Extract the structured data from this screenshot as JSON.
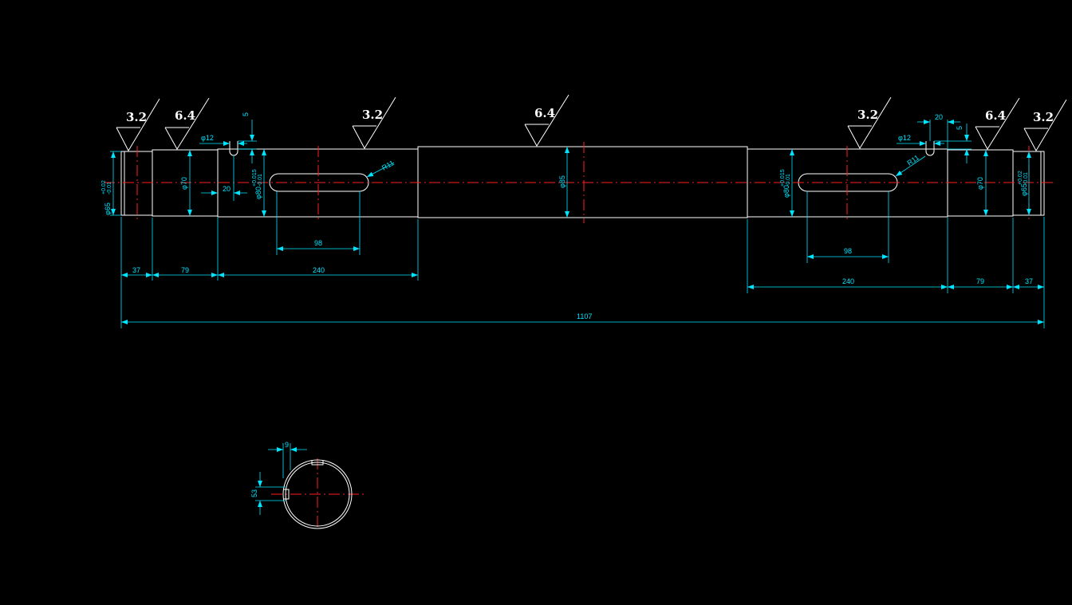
{
  "drawing": {
    "type": "mechanical shaft drawing",
    "colors": {
      "background": "#000000",
      "outline": "#ffffff",
      "dimension": "#00e5ff",
      "centerline": "#ff2020"
    }
  },
  "roughness": {
    "left_end": "3.2",
    "left_bearing": "6.4",
    "left_key_section": "3.2",
    "middle": "6.4",
    "right_key_section": "3.2",
    "right_bearing": "6.4",
    "right_end": "3.2"
  },
  "dimensions": {
    "len_left_end": "37",
    "len_left_bearing": "79",
    "len_left_section": "240",
    "len_right_section": "240",
    "len_right_bearing": "79",
    "len_right_end": "37",
    "total_length": "1107",
    "key_length_left": "98",
    "key_length_right": "98",
    "groove_pos_left": "20",
    "groove_pos_right": "20",
    "groove_depth_left": "5",
    "groove_depth_right": "5",
    "dia_left_end": "φ65",
    "tol_left_end": "+0.02\n-0.01",
    "dia_left_bearing": "φ70",
    "dia_left_key": "φ80",
    "tol_left_key": "+0.015\n-0.01",
    "dia_middle": "φ85",
    "dia_right_key": "φ80",
    "tol_right_key": "+0.015\n-0.01",
    "dia_right_bearing": "φ70",
    "dia_right_end": "φ65",
    "tol_right_end": "+0.02\n-0.01",
    "groove_dia_left": "φ12",
    "groove_dia_right": "φ12",
    "key_radius_left": "R11",
    "key_radius_right": "R11",
    "section_key_width": "9",
    "section_key_depth": "53"
  }
}
